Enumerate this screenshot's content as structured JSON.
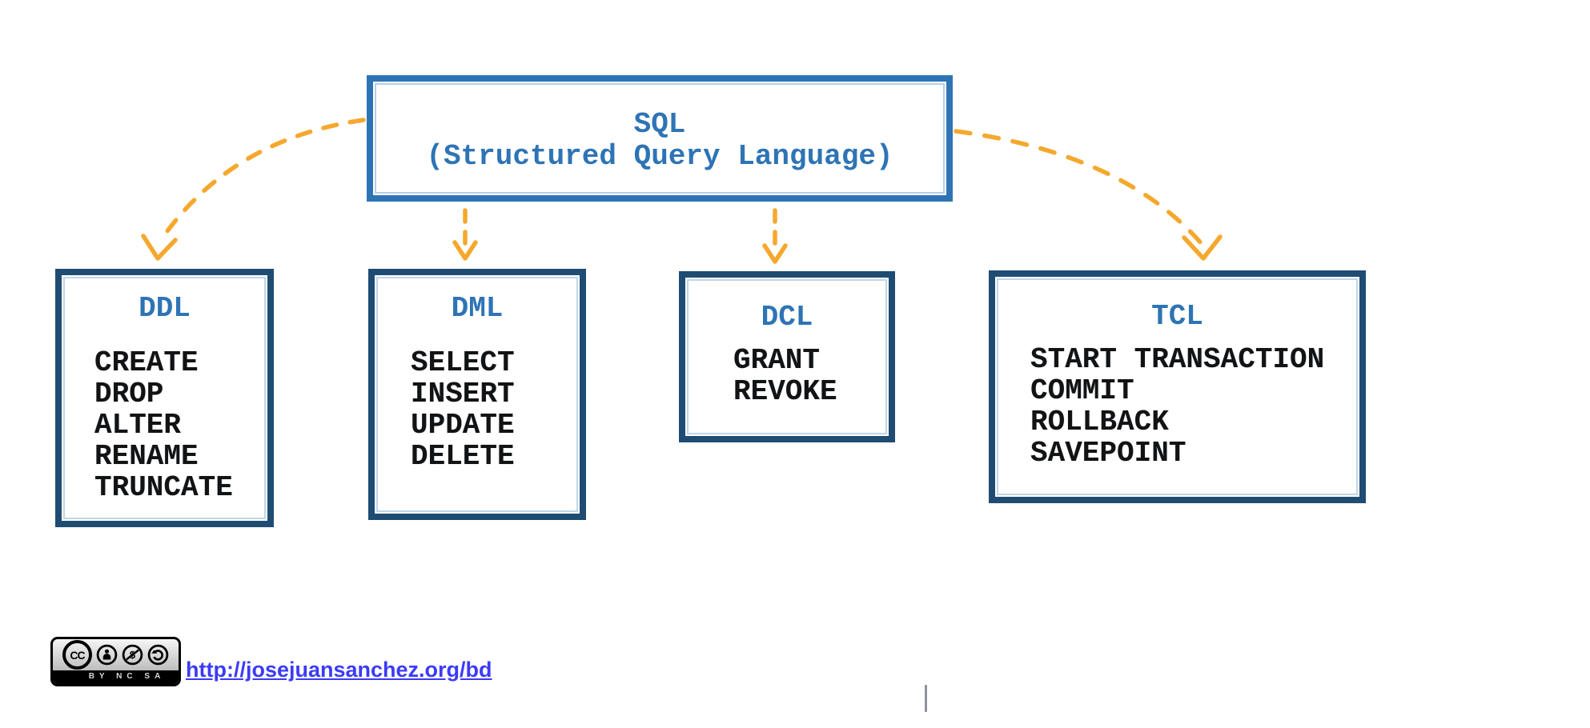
{
  "diagram": {
    "root": {
      "title": "SQL",
      "subtitle": "(Structured Query Language)"
    },
    "categories": [
      {
        "id": "ddl",
        "title": "DDL",
        "commands": [
          "CREATE",
          "DROP",
          "ALTER",
          "RENAME",
          "TRUNCATE"
        ]
      },
      {
        "id": "dml",
        "title": "DML",
        "commands": [
          "SELECT",
          "INSERT",
          "UPDATE",
          "DELETE"
        ]
      },
      {
        "id": "dcl",
        "title": "DCL",
        "commands": [
          "GRANT",
          "REVOKE"
        ]
      },
      {
        "id": "tcl",
        "title": "TCL",
        "commands": [
          "START TRANSACTION",
          "COMMIT",
          "ROLLBACK",
          "SAVEPOINT"
        ]
      }
    ]
  },
  "footer": {
    "license": {
      "cc_label": "CC",
      "label": "BY NC SA",
      "icons": [
        "cc-icon",
        "by-person-icon",
        "nc-dollar-icon",
        "sa-arrow-icon"
      ]
    },
    "link_text": "http://josejuansanchez.org/bd"
  },
  "colors": {
    "accent_orange": "#F5A82D",
    "root_box_blue": "#2E74B5",
    "category_box_navy": "#1F4C73",
    "title_blue": "#2E74B5",
    "command_text": "#131313",
    "link_blue": "#3B3BFA"
  }
}
